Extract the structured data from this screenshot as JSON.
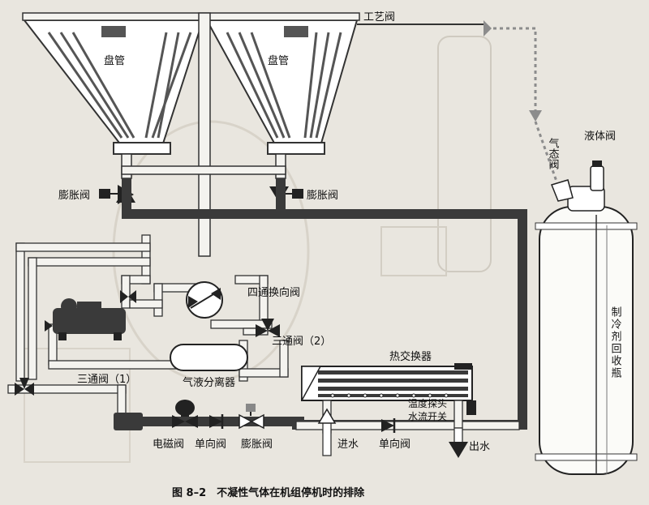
{
  "labels": {
    "coil_left": "盘管",
    "coil_right": "盘管",
    "process_valve": "工艺阀",
    "exp_valve_left": "膨胀阀",
    "exp_valve_right": "膨胀阀",
    "four_way_valve": "四通换向阀",
    "three_way_valve_2": "三通阀（2）",
    "three_way_valve_1": "三通阀（1）",
    "gas_liquid_separator": "气液分离器",
    "heat_exchanger": "热交换器",
    "temp_probe": "温度探头",
    "water_flow_switch": "水流开关",
    "solenoid_valve": "电磁阀",
    "check_valve_1": "单向阀",
    "exp_valve_bottom": "膨胀阀",
    "water_in": "进水",
    "check_valve_2": "单向阀",
    "water_out": "出水",
    "gas_valve": "气态阀",
    "liquid_valve": "液体阀",
    "recovery_bottle": "制冷剂回收瓶"
  },
  "caption": "图 8–2　不凝性气体在机组停机时的排除",
  "colors": {
    "pipe_dark": "#3a3a3a",
    "pipe_light": "#f4f3ef",
    "background": "#e9e6df",
    "dashed": "#8c8c8c"
  }
}
